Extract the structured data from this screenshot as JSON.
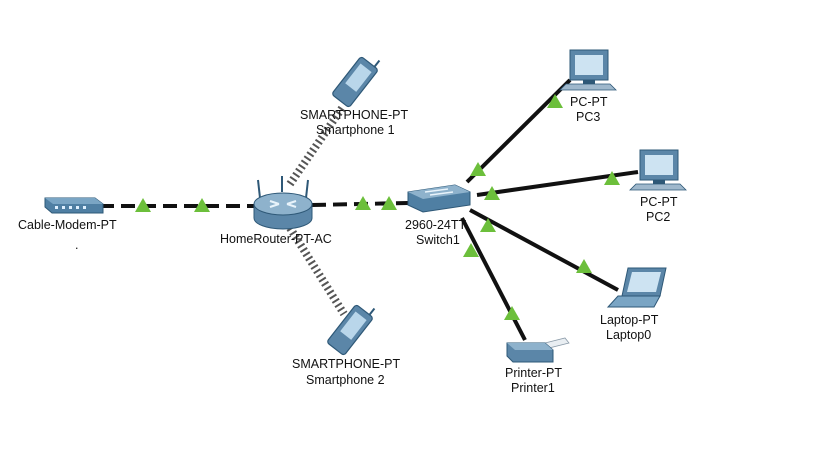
{
  "colors": {
    "link": "#111111",
    "wireless": "#555555",
    "link_light": "#6cbf3b",
    "device_blue": "#4f7fa3",
    "device_dark": "#2e5877"
  },
  "devices": {
    "modem": {
      "line1": "Cable-Modem-PT",
      "line2": "."
    },
    "router": {
      "line1": "HomeRouter-PT-AC"
    },
    "phone1": {
      "line1": "SMARTPHONE-PT",
      "line2": "Smartphone 1"
    },
    "phone2": {
      "line1": "SMARTPHONE-PT",
      "line2": "Smartphone 2"
    },
    "switch": {
      "line1": "2960-24TT",
      "line2": "Switch1"
    },
    "pc3": {
      "line1": "PC-PT",
      "line2": "PC3"
    },
    "pc2": {
      "line1": "PC-PT",
      "line2": "PC2"
    },
    "laptop": {
      "line1": "Laptop-PT",
      "line2": "Laptop0"
    },
    "printer": {
      "line1": "Printer-PT",
      "line2": "Printer1"
    }
  }
}
